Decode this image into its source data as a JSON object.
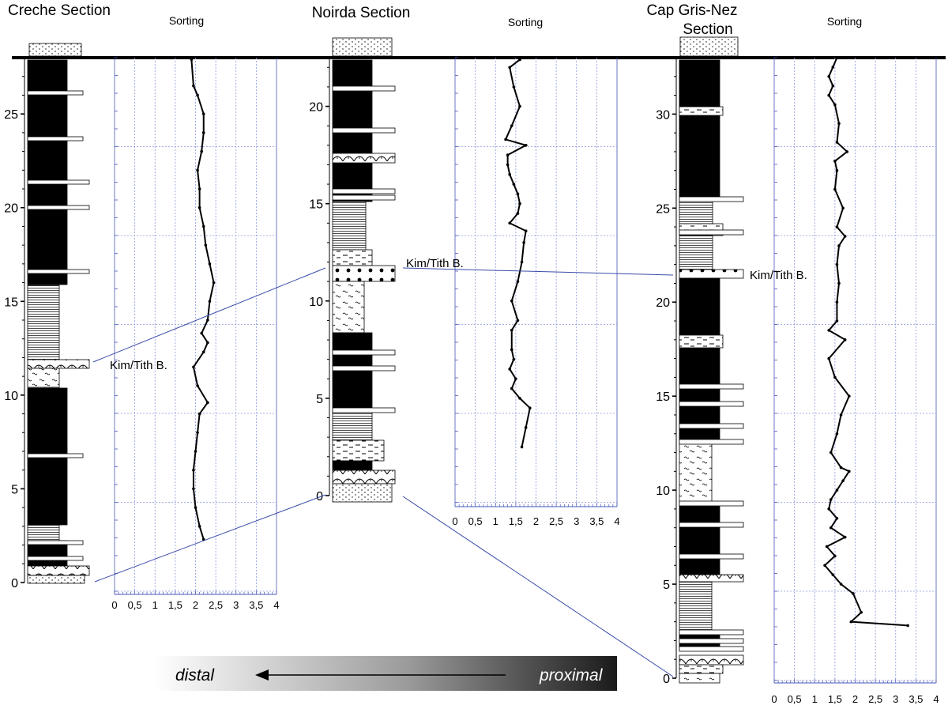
{
  "sections": [
    {
      "title_lines": [
        "Creche Section"
      ],
      "depth_ticks": [
        "0",
        "5",
        "10",
        "15",
        "20",
        "25"
      ],
      "max_depth": 28,
      "sorting_label": "Sorting",
      "sorting_ticks": [
        "0",
        "0,5",
        "1",
        "1,5",
        "2",
        "2,5",
        "3",
        "3,5",
        "4"
      ],
      "marker_label": "Kim/Tith B.",
      "marker_depth": 11.5,
      "sorting_profile": [
        {
          "d": 2.3,
          "s": 2.2
        },
        {
          "d": 3.0,
          "s": 2.1
        },
        {
          "d": 4.0,
          "s": 2.0
        },
        {
          "d": 5.0,
          "s": 1.95
        },
        {
          "d": 6.0,
          "s": 1.95
        },
        {
          "d": 7.0,
          "s": 2.0
        },
        {
          "d": 8.0,
          "s": 2.05
        },
        {
          "d": 9.0,
          "s": 2.1
        },
        {
          "d": 9.6,
          "s": 2.3
        },
        {
          "d": 10.5,
          "s": 2.05
        },
        {
          "d": 11.5,
          "s": 1.95
        },
        {
          "d": 12.3,
          "s": 2.2
        },
        {
          "d": 12.8,
          "s": 2.3
        },
        {
          "d": 13.3,
          "s": 2.15
        },
        {
          "d": 14.0,
          "s": 2.3
        },
        {
          "d": 15.0,
          "s": 2.35
        },
        {
          "d": 16.0,
          "s": 2.45
        },
        {
          "d": 17.0,
          "s": 2.35
        },
        {
          "d": 18.0,
          "s": 2.25
        },
        {
          "d": 19.0,
          "s": 2.2
        },
        {
          "d": 20.0,
          "s": 2.1
        },
        {
          "d": 21.0,
          "s": 2.1
        },
        {
          "d": 22.0,
          "s": 2.05
        },
        {
          "d": 23.0,
          "s": 2.15
        },
        {
          "d": 24.0,
          "s": 2.2
        },
        {
          "d": 25.0,
          "s": 2.2
        },
        {
          "d": 26.0,
          "s": 2.05
        },
        {
          "d": 26.5,
          "s": 1.95
        },
        {
          "d": 27.9,
          "s": 1.9
        }
      ]
    },
    {
      "title_lines": [
        "Noirda Section"
      ],
      "depth_ticks": [
        "0",
        "5",
        "10",
        "15",
        "20"
      ],
      "max_depth": 22.5,
      "sorting_label": "Sorting",
      "sorting_ticks": [
        "0",
        "0,5",
        "1",
        "1,5",
        "2",
        "2,5",
        "3",
        "3,5",
        "4"
      ],
      "marker_label": "Kim/Tith B.",
      "marker_depth": 11.8,
      "sorting_profile": [
        {
          "d": 2.5,
          "s": 1.65
        },
        {
          "d": 3.5,
          "s": 1.75
        },
        {
          "d": 4.5,
          "s": 1.85
        },
        {
          "d": 5.0,
          "s": 1.6
        },
        {
          "d": 5.5,
          "s": 1.4
        },
        {
          "d": 6.0,
          "s": 1.5
        },
        {
          "d": 6.5,
          "s": 1.35
        },
        {
          "d": 7.0,
          "s": 1.45
        },
        {
          "d": 7.5,
          "s": 1.4
        },
        {
          "d": 8.5,
          "s": 1.4
        },
        {
          "d": 9.0,
          "s": 1.55
        },
        {
          "d": 10.0,
          "s": 1.4
        },
        {
          "d": 11.0,
          "s": 1.55
        },
        {
          "d": 12.0,
          "s": 1.65
        },
        {
          "d": 13.0,
          "s": 1.7
        },
        {
          "d": 13.6,
          "s": 1.75
        },
        {
          "d": 14.0,
          "s": 1.35
        },
        {
          "d": 14.5,
          "s": 1.55
        },
        {
          "d": 15.0,
          "s": 1.6
        },
        {
          "d": 15.5,
          "s": 1.55
        },
        {
          "d": 16.0,
          "s": 1.45
        },
        {
          "d": 16.5,
          "s": 1.35
        },
        {
          "d": 17.0,
          "s": 1.3
        },
        {
          "d": 17.5,
          "s": 1.3
        },
        {
          "d": 18.0,
          "s": 1.75
        },
        {
          "d": 18.3,
          "s": 1.25
        },
        {
          "d": 19.0,
          "s": 1.4
        },
        {
          "d": 20.0,
          "s": 1.6
        },
        {
          "d": 21.0,
          "s": 1.45
        },
        {
          "d": 22.0,
          "s": 1.35
        },
        {
          "d": 22.4,
          "s": 1.6
        }
      ]
    },
    {
      "title_lines": [
        "Cap Gris-Nez",
        "Section"
      ],
      "depth_ticks": [
        "0",
        "5",
        "10",
        "15",
        "20",
        "25",
        "30"
      ],
      "max_depth": 33,
      "sorting_label": "Sorting",
      "sorting_ticks": [
        "0",
        "0,5",
        "1",
        "1,5",
        "2",
        "2,5",
        "3",
        "3,5",
        "4"
      ],
      "marker_label": "Kim/Tith B.",
      "marker_depth": 21.3,
      "sorting_profile": [
        {
          "d": 2.8,
          "s": 3.3
        },
        {
          "d": 3.0,
          "s": 1.9
        },
        {
          "d": 3.5,
          "s": 2.15
        },
        {
          "d": 4.5,
          "s": 1.95
        },
        {
          "d": 5.0,
          "s": 1.65
        },
        {
          "d": 5.5,
          "s": 1.45
        },
        {
          "d": 6.0,
          "s": 1.25
        },
        {
          "d": 6.5,
          "s": 1.5
        },
        {
          "d": 7.0,
          "s": 1.3
        },
        {
          "d": 7.5,
          "s": 1.75
        },
        {
          "d": 8.0,
          "s": 1.4
        },
        {
          "d": 8.5,
          "s": 1.55
        },
        {
          "d": 9.0,
          "s": 1.35
        },
        {
          "d": 9.5,
          "s": 1.4
        },
        {
          "d": 10.0,
          "s": 1.55
        },
        {
          "d": 10.5,
          "s": 1.7
        },
        {
          "d": 11.0,
          "s": 1.85
        },
        {
          "d": 11.2,
          "s": 1.65
        },
        {
          "d": 12.0,
          "s": 1.4
        },
        {
          "d": 13.0,
          "s": 1.55
        },
        {
          "d": 14.0,
          "s": 1.65
        },
        {
          "d": 15.0,
          "s": 1.85
        },
        {
          "d": 16.0,
          "s": 1.5
        },
        {
          "d": 17.0,
          "s": 1.35
        },
        {
          "d": 18.0,
          "s": 1.75
        },
        {
          "d": 18.5,
          "s": 1.35
        },
        {
          "d": 19.0,
          "s": 1.55
        },
        {
          "d": 20.0,
          "s": 1.55
        },
        {
          "d": 21.0,
          "s": 1.6
        },
        {
          "d": 22.0,
          "s": 1.55
        },
        {
          "d": 23.0,
          "s": 1.6
        },
        {
          "d": 23.5,
          "s": 1.75
        },
        {
          "d": 24.0,
          "s": 1.55
        },
        {
          "d": 25.0,
          "s": 1.7
        },
        {
          "d": 26.0,
          "s": 1.5
        },
        {
          "d": 27.0,
          "s": 1.55
        },
        {
          "d": 27.5,
          "s": 1.5
        },
        {
          "d": 28.0,
          "s": 1.8
        },
        {
          "d": 28.5,
          "s": 1.55
        },
        {
          "d": 29.5,
          "s": 1.6
        },
        {
          "d": 30.5,
          "s": 1.5
        },
        {
          "d": 31.0,
          "s": 1.35
        },
        {
          "d": 31.5,
          "s": 1.45
        },
        {
          "d": 32.0,
          "s": 1.35
        },
        {
          "d": 32.5,
          "s": 1.45
        },
        {
          "d": 33.0,
          "s": 1.55
        }
      ]
    }
  ],
  "trend": {
    "distal_label": "distal",
    "proximal_label": "proximal"
  },
  "colors": {
    "correlation_line": "#3a4ba8",
    "grid_line": "#7b86d6",
    "shale": "#000000"
  }
}
